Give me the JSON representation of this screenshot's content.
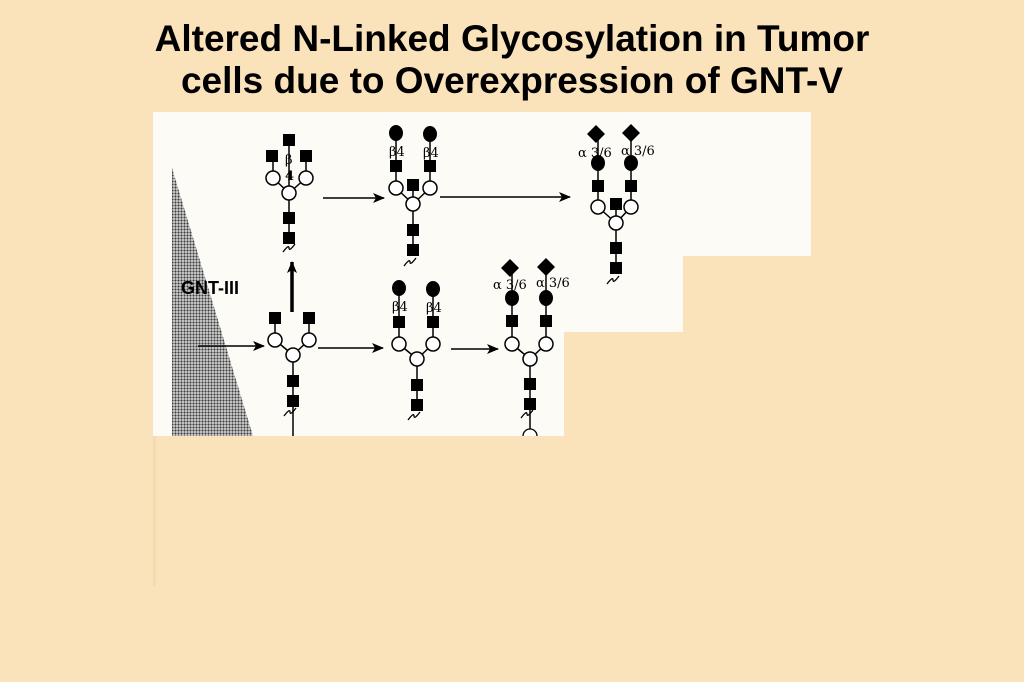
{
  "title": {
    "line1": "Altered N-Linked Glycosylation in Tumor",
    "line2": "cells due to Overexpression of GNT-V"
  },
  "diagram": {
    "enzyme_label": "GNT-III",
    "linkage_beta4": "β4",
    "linkage_beta_small": "β",
    "linkage_4": "4",
    "linkage_alpha36": "α 3/6",
    "colors": {
      "background": "#fae3bb",
      "panel": "#fdfbf6",
      "symbol": "#000000",
      "wedge": "#7a7a7a"
    }
  }
}
